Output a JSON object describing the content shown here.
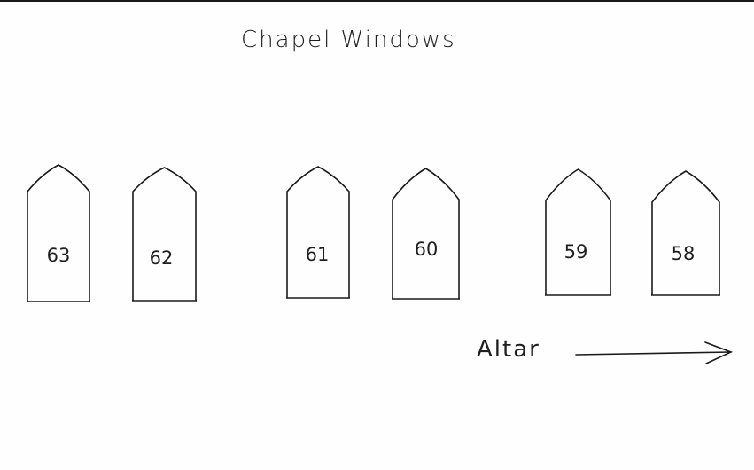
{
  "title": "Chapel Windows",
  "windows": [
    {
      "label": "63"
    },
    {
      "label": "62"
    },
    {
      "label": "61"
    },
    {
      "label": "60"
    },
    {
      "label": "59"
    },
    {
      "label": "58"
    }
  ],
  "altar_label": "Altar",
  "arrow_icon": "right-arrow-icon",
  "colors": {
    "ink": "#1a1a1a",
    "paper": "#fefefe"
  }
}
